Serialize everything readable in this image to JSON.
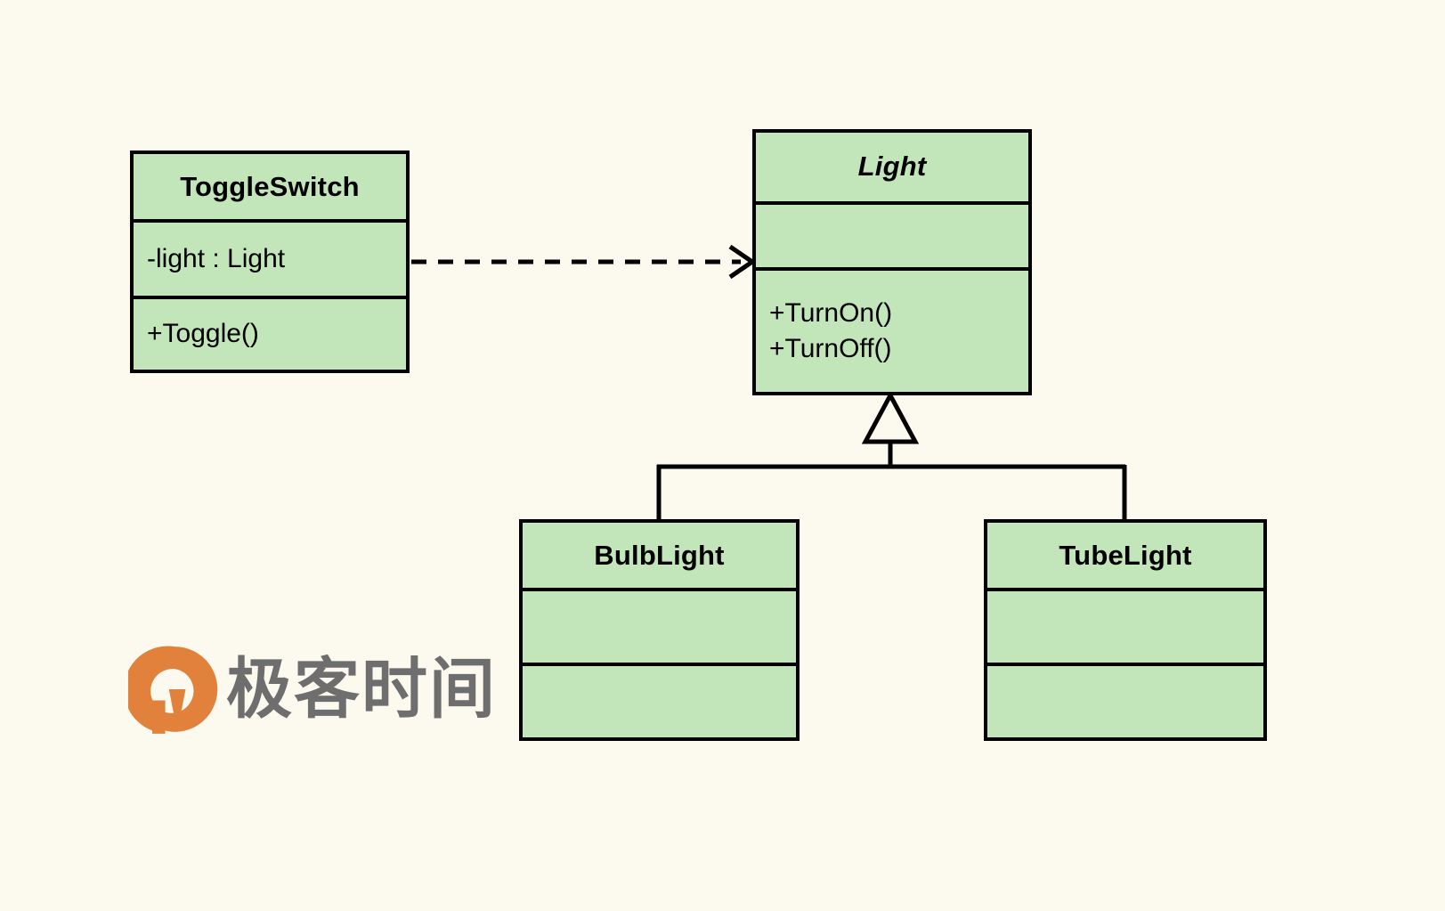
{
  "diagram": {
    "kind": "uml-class-diagram",
    "background_color": "#FCF9EF",
    "class_fill_color": "#C3E5BA",
    "stroke_color": "#000000",
    "classes": [
      {
        "id": "toggleswitch",
        "name": "ToggleSwitch",
        "abstract": false,
        "attributes": [
          "-light : Light"
        ],
        "operations": [
          "+Toggle()"
        ]
      },
      {
        "id": "light",
        "name": "Light",
        "abstract": true,
        "attributes": [
          ""
        ],
        "operations": [
          "+TurnOn()\n+TurnOff()"
        ]
      },
      {
        "id": "bulblight",
        "name": "BulbLight",
        "abstract": false,
        "attributes": [
          ""
        ],
        "operations": [
          ""
        ]
      },
      {
        "id": "tubelight",
        "name": "TubeLight",
        "abstract": false,
        "attributes": [
          ""
        ],
        "operations": [
          ""
        ]
      }
    ],
    "relationships": [
      {
        "id": "dependency-toggleswitch-light",
        "type": "dependency",
        "style": "dashed",
        "arrowhead": "open",
        "from": "ToggleSwitch",
        "to": "Light"
      },
      {
        "id": "generalization-bulblight-light",
        "type": "generalization",
        "style": "solid",
        "arrowhead": "hollow-triangle",
        "from": "BulbLight",
        "to": "Light"
      },
      {
        "id": "generalization-tubelight-light",
        "type": "generalization",
        "style": "solid",
        "arrowhead": "hollow-triangle",
        "from": "TubeLight",
        "to": "Light"
      }
    ]
  },
  "watermark": {
    "brand_text": "极客时间",
    "mark_color": "#E2813C",
    "text_color": "#6E6E6E"
  }
}
